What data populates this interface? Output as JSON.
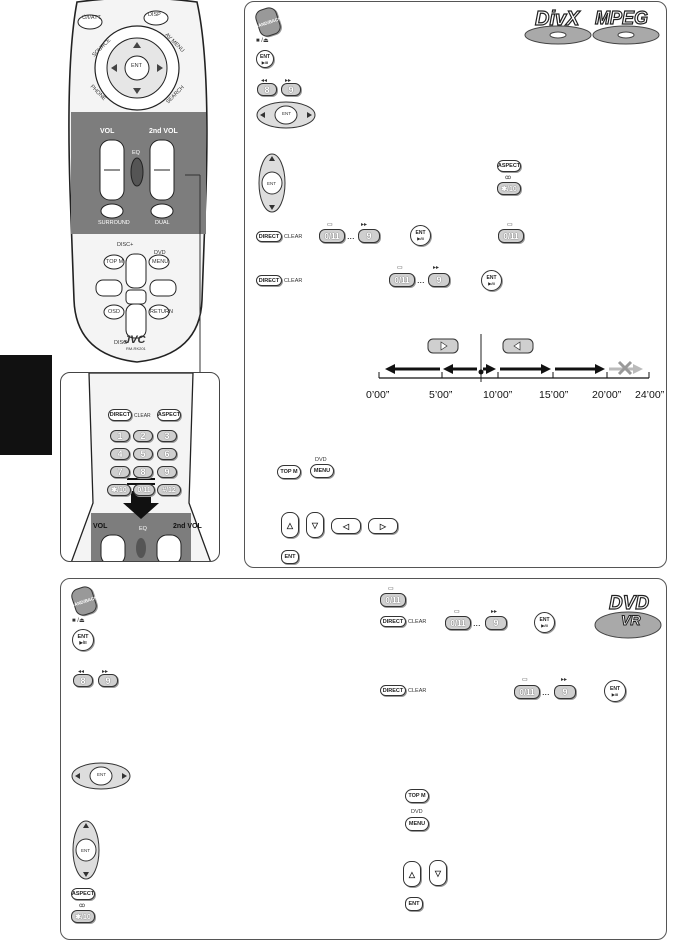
{
  "remote": {
    "top_keys": [
      "⏻/I/ATT",
      "DISP"
    ],
    "ring": [
      "SOURCE",
      "AV MENU",
      "PHONE",
      "SEARCH"
    ],
    "vol_label": "VOL",
    "vol2_label": "2nd VOL",
    "eq_label": "EQ",
    "surround_label": "SURROUND",
    "dual_label": "DUAL",
    "disc_plus": "DISC+",
    "disc_minus": "DISC-",
    "dvd_menu_top": "DVD",
    "dvd_menu": "MENU",
    "top_m": "TOP M",
    "osd": "OSD",
    "return": "RETURN",
    "ent": "ENT",
    "brand": "JVC",
    "model": "RM-RK201"
  },
  "zoom": {
    "direct": "DIRECT",
    "clear": "CLEAR",
    "aspect": "ASPECT",
    "digits": [
      "1",
      "2",
      "3",
      "4",
      "5",
      "6",
      "7",
      "8",
      "9",
      "✱/10",
      "0/11",
      "#/12"
    ],
    "vol": "VOL",
    "vol2": "2nd VOL",
    "eq": "EQ"
  },
  "top_panel": {
    "badge1": "DivX",
    "badge2": "MPEG",
    "band_label": "BAND/BACK",
    "ent": "ENT",
    "k8": "8",
    "k9": "9",
    "aspect": "ASPECT",
    "k10": "✱/10",
    "direct": "DIRECT",
    "clear": "CLEAR",
    "k011": "0/11",
    "ellipsis": "...",
    "topm": "TOP M",
    "dvd": "DVD",
    "menu": "MENU",
    "timeline_ticks": [
      "0’00”",
      "5’00”",
      "10’00”",
      "15’00”",
      "20’00”",
      "24’00”"
    ]
  },
  "bottom_panel": {
    "badge_top": "DVD",
    "badge_bottom": "VR",
    "band_label": "BAND/BACK",
    "ent": "ENT",
    "k8": "8",
    "k9": "9",
    "aspect": "ASPECT",
    "k10": "✱/10",
    "direct": "DIRECT",
    "clear": "CLEAR",
    "k011": "0/11",
    "ellipsis": "...",
    "topm": "TOP M",
    "dvd": "DVD",
    "menu": "MENU"
  },
  "colors": {
    "band_grey": "#7d7d7d",
    "badge_grey": "#a9a9a9",
    "key_grey": "#cfcfcf",
    "tab_black": "#111111"
  }
}
